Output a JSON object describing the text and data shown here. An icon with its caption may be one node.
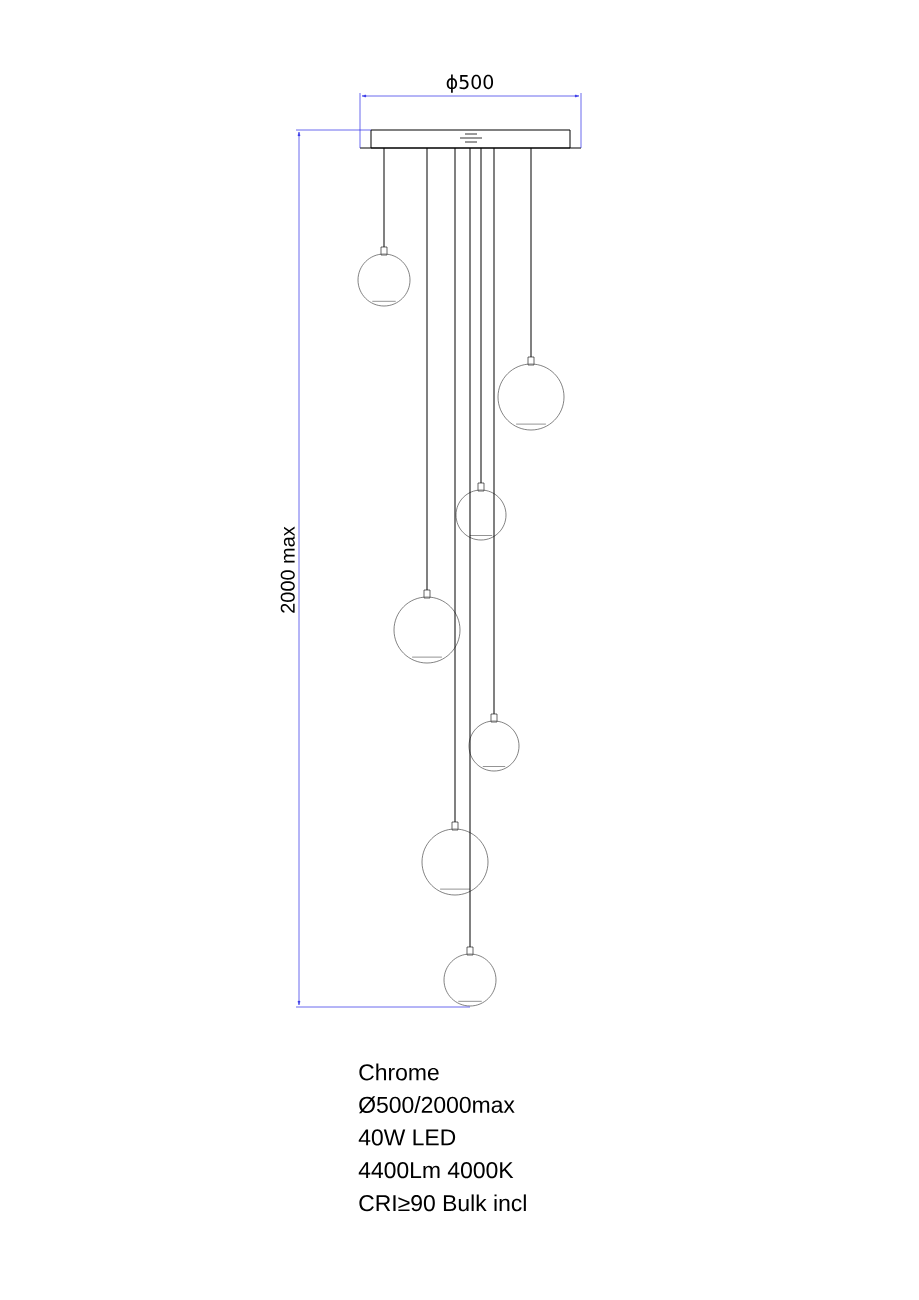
{
  "diagram": {
    "labels": [
      "ϕ500",
      "2000 max",
      "Chrome",
      "Ø500/2000max",
      "40W LED",
      "4400Lm 4000K",
      "CRI≥90 Bulk incl"
    ]
  }
}
